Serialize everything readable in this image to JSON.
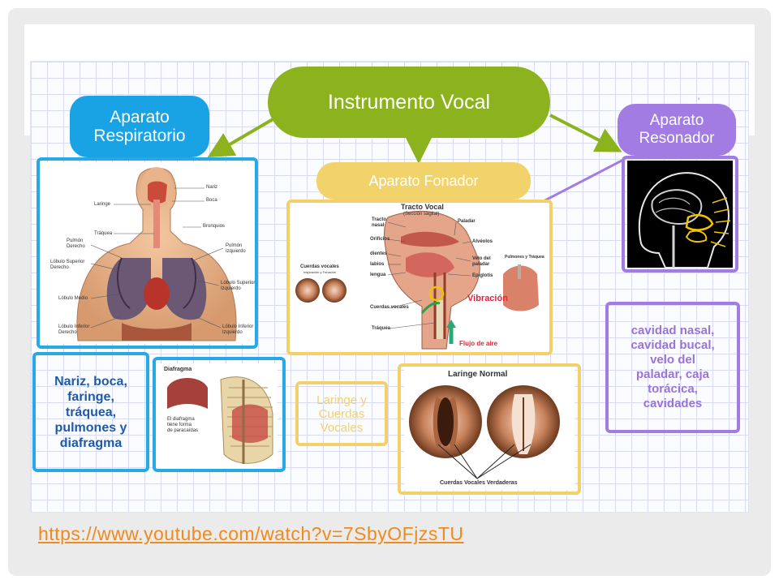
{
  "titles": {
    "main": "Instrumento Vocal",
    "respiratorio": "Aparato\nRespiratorio",
    "resonador": "Aparato\nResonador",
    "fonador": "Aparato Fonador"
  },
  "boxes": {
    "respiratorio_text": "Nariz, boca,\nfaringe,\ntráquea,\npulmones y\ndiafragma",
    "fonador_text": "Laringe y\nCuerdas\nVocales",
    "resonador_text": "cavidad nasal,\ncavidad bucal,\nvelo del\npaladar, caja\ntorácica,\ncavidades"
  },
  "torso_labels": {
    "nariz": "Nariz",
    "boca": "Boca",
    "laringe": "Laringe",
    "bronquios": "Bronquios",
    "traquea": "Tráquea",
    "pulmon_derecho": "Pulmón\nDerecho",
    "pulmon_izquierdo": "Pulmón\nIzquierdo",
    "lobulo_sup_der": "Lóbulo Superior\nDerecho",
    "lobulo_sup_izq": "Lóbulo Superior\nIzquierdo",
    "lobulo_medio": "Lóbulo Medio",
    "lobulo_inf_der": "Lóbulo Inferior\nDerecho",
    "lobulo_inf_izq": "Lóbulo Inferior\nIzquierdo"
  },
  "diafragma": {
    "title": "Diafragma",
    "caption": "El diafragma\ntiene forma\nde paracaídas"
  },
  "tracto": {
    "title": "Tracto Vocal",
    "subtitle": "(Sección sagital)",
    "cuerdas": "Cuerdas vocales",
    "cuerdas_sub": "Inspiración y Fonación",
    "traquea": "Tráquea",
    "cuerdas_vocales": "Cuerdas vocales",
    "paladar": "Paladar",
    "alveolos": "Alvéolos",
    "velo": "Velo del\npaladar",
    "epiglotis": "Epiglotis",
    "pulmones_traquea": "Pulmones y Tráquea",
    "tracto_nasal": "Tracto\nnasal",
    "orificios": "Orificios",
    "dientes": "dientes",
    "labios": "labios",
    "lengua": "lengua",
    "vibracion": "Vibración",
    "flujo": "Flujo de aire"
  },
  "laringe": {
    "title": "Laringe Normal",
    "caption": "Cuerdas Vocales Verdaderas"
  },
  "link": {
    "url": "https://www.youtube.com/watch?v=7SbyOFjzsTU"
  },
  "colors": {
    "green": "#8cb31e",
    "blue": "#1aa3e4",
    "purple": "#a27be3",
    "yellow": "#f2d26a",
    "link": "#ef8a1e"
  }
}
